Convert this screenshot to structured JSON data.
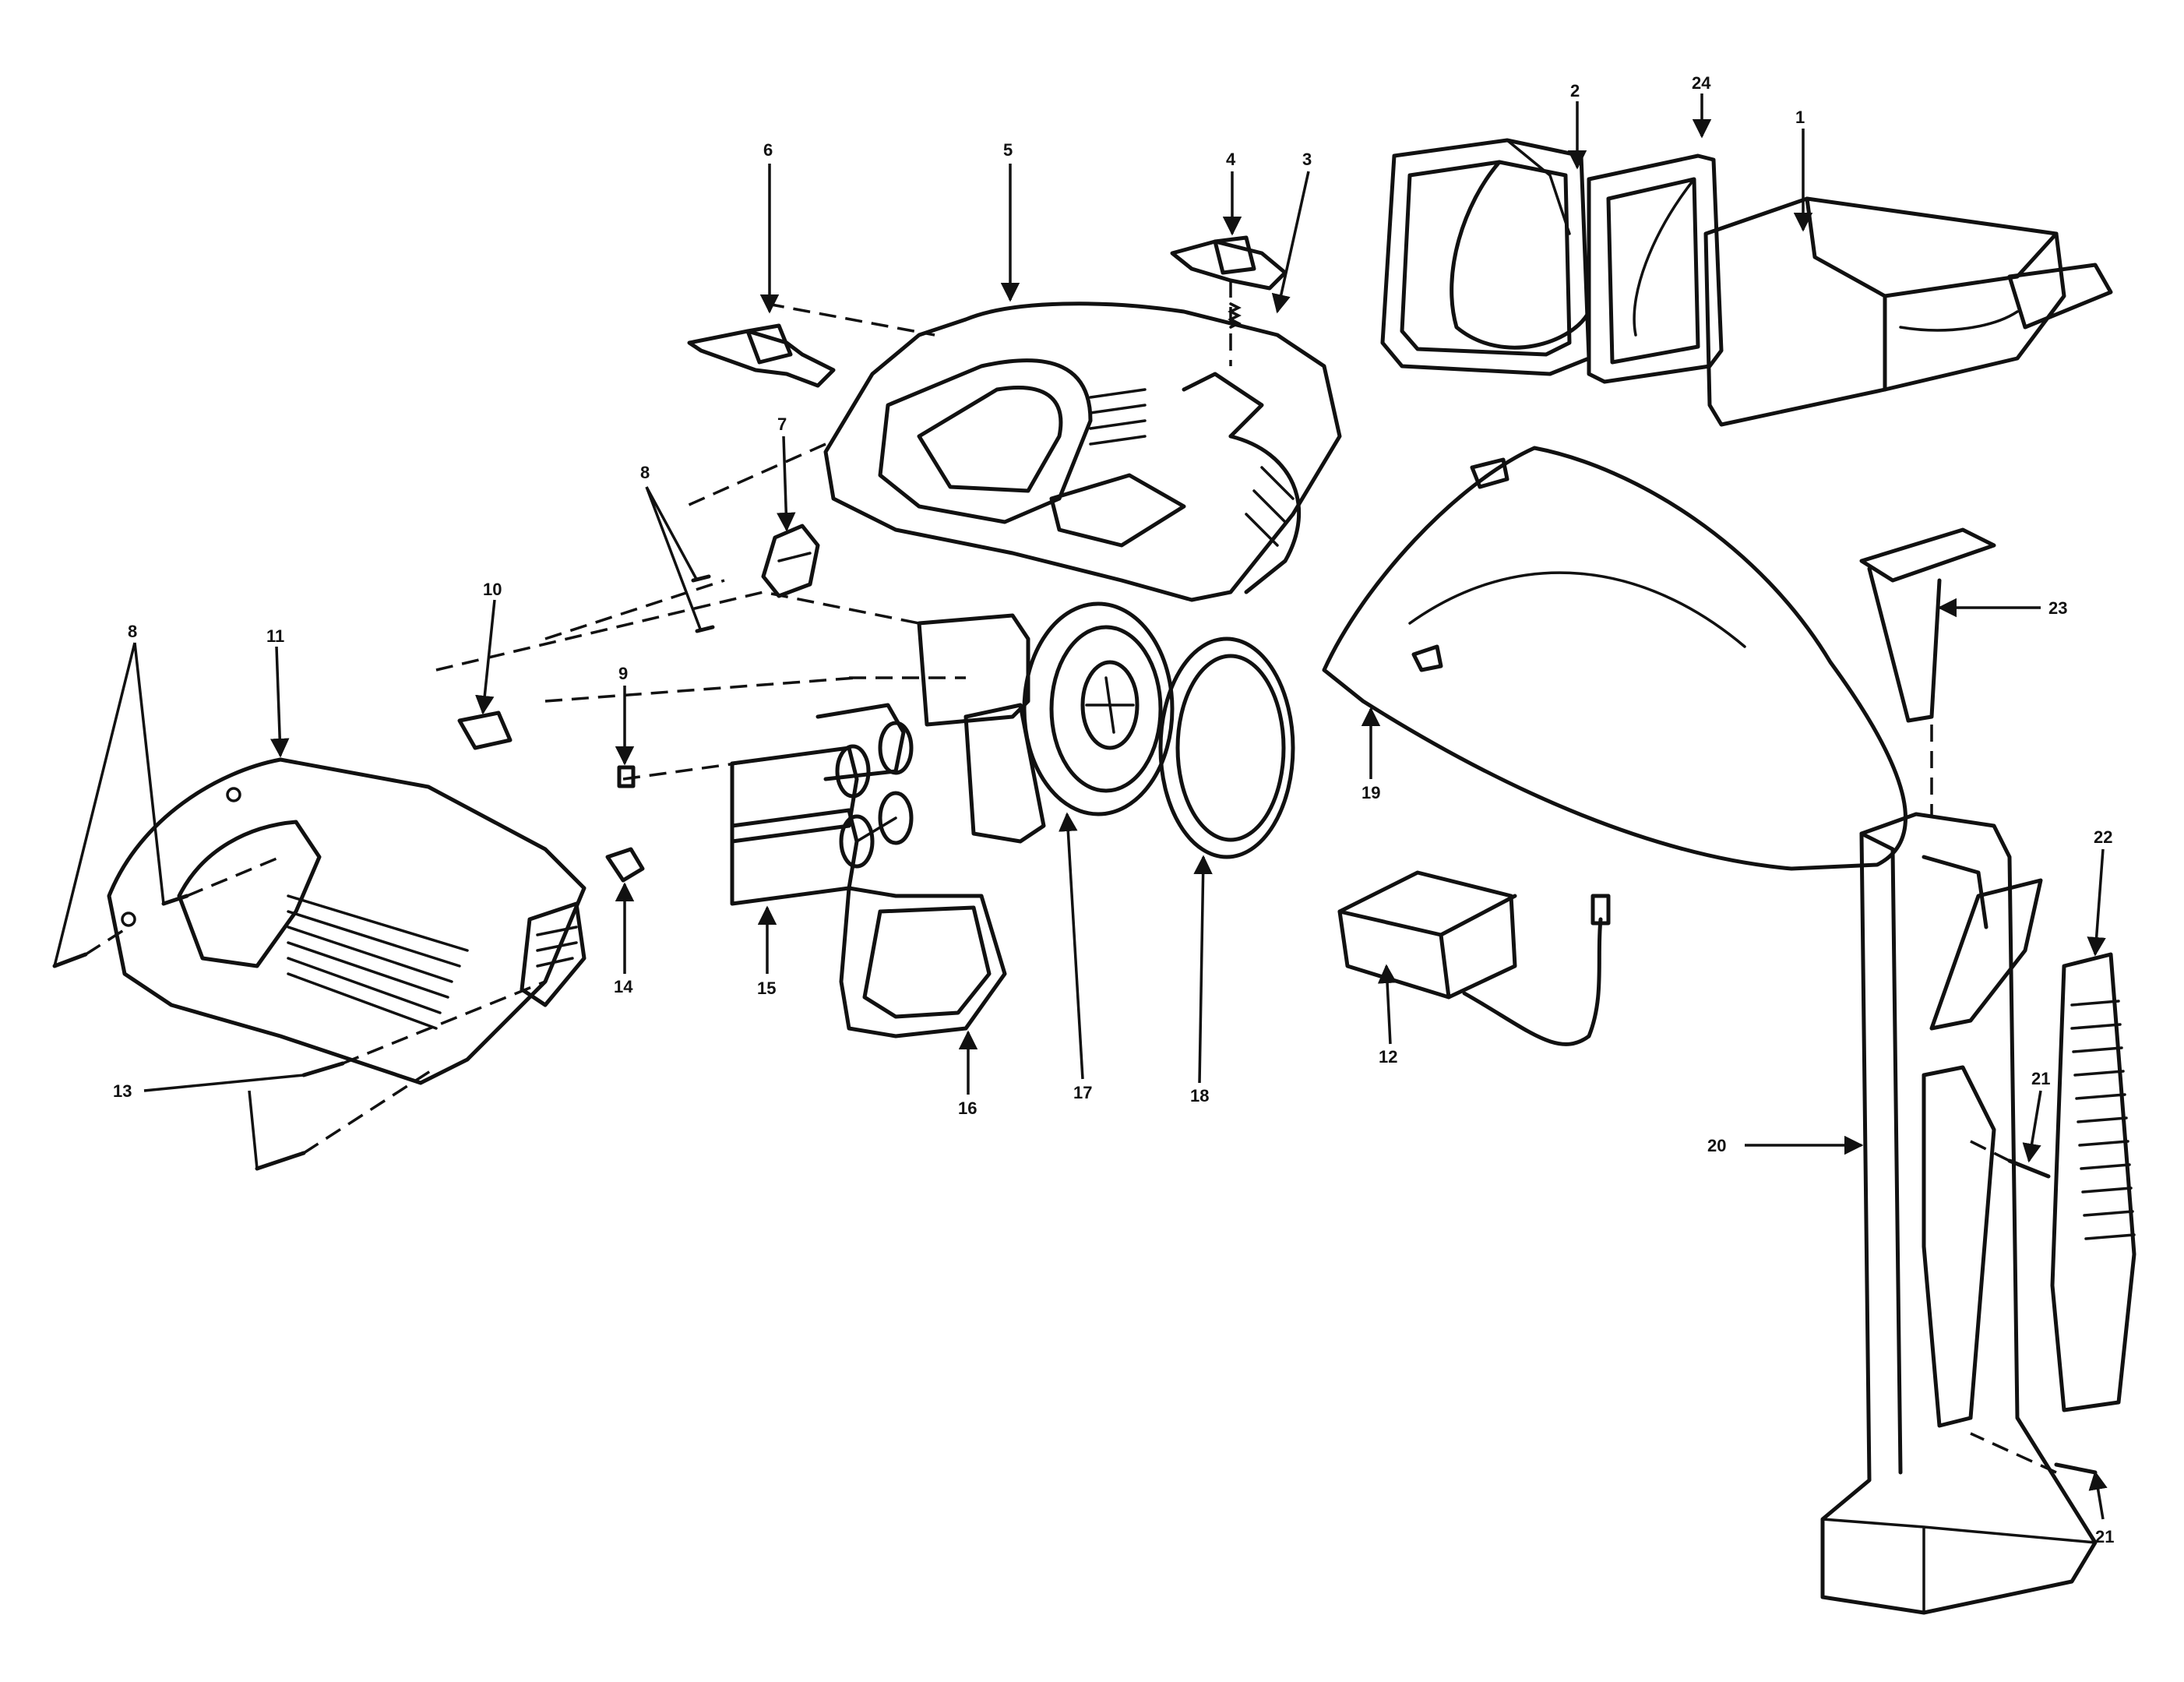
{
  "diagram": {
    "callouts": [
      "1",
      "2",
      "3",
      "4",
      "5",
      "6",
      "7",
      "8",
      "8",
      "9",
      "10",
      "11",
      "12",
      "13",
      "14",
      "15",
      "16",
      "17",
      "18",
      "19",
      "20",
      "21",
      "21",
      "22",
      "23",
      "24"
    ]
  }
}
